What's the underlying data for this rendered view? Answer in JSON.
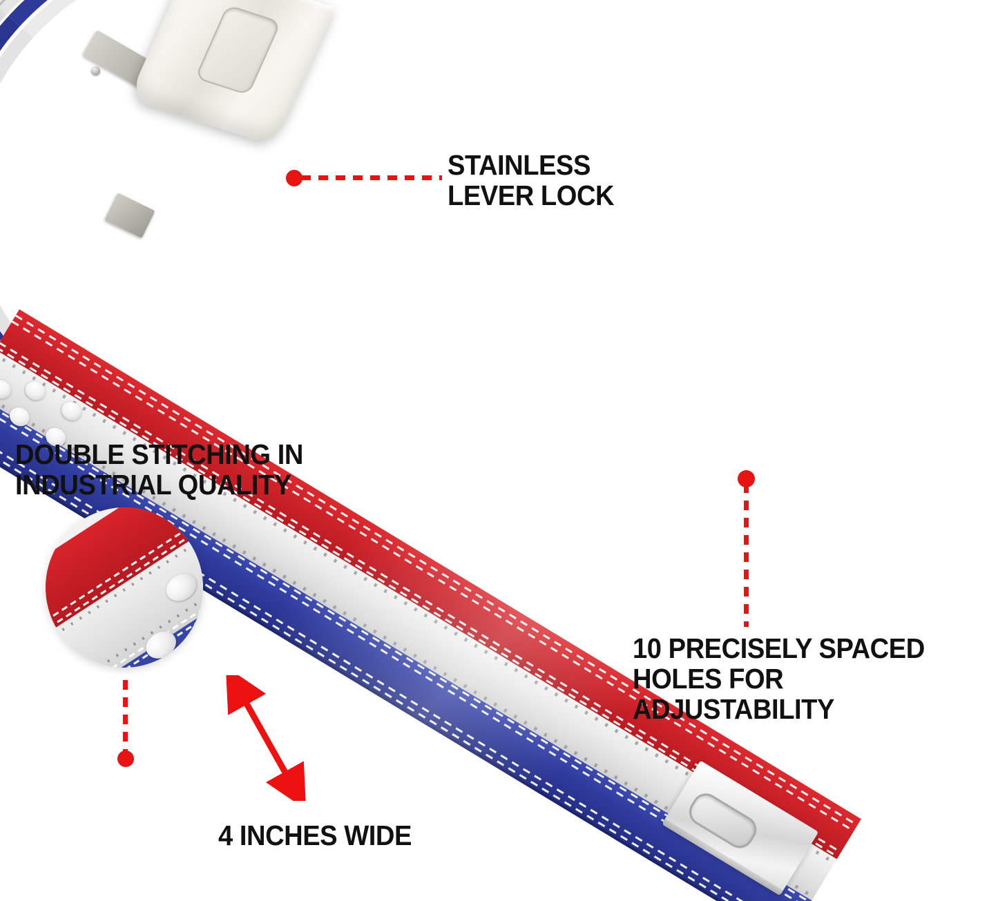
{
  "product": {
    "name": "weightlifting lever belt",
    "colorway": "red white blue",
    "colors": {
      "red": "#d0232a",
      "white": "#e9e9e9",
      "blue": "#2f3c9e",
      "stitching": "#ffffff",
      "metal": "#e4e3da",
      "accent": "#e81313",
      "text": "#111111",
      "background": "#ffffff"
    }
  },
  "callouts": [
    {
      "id": "lever-lock",
      "text": "STAINLESS\nLEVER LOCK",
      "leader": "horizontal-dashed-right-from-dot"
    },
    {
      "id": "double-stitching",
      "text": "DOUBLE STITCHING IN\nINDUSTRIAL QUALITY",
      "leader": "vertical-dashed-down-to-dot"
    },
    {
      "id": "holes",
      "text": "10 PRECISELY SPACED\nHOLES FOR ADJUSTABILITY",
      "leader": "vertical-dashed-down-from-dot"
    },
    {
      "id": "width",
      "text": "4 INCHES WIDE",
      "leader": "double-headed-arrow"
    }
  ],
  "photos": {
    "lever_closeup": {
      "name": "curved belt end with stainless lever lock buckle",
      "position": "top-left"
    },
    "stitch_inset": {
      "name": "circular close-up of double stitching and rivets",
      "position": "left-middle"
    },
    "belt_full": {
      "name": "full belt shown diagonally, bottom-left to top-right",
      "position": "center-right"
    }
  }
}
